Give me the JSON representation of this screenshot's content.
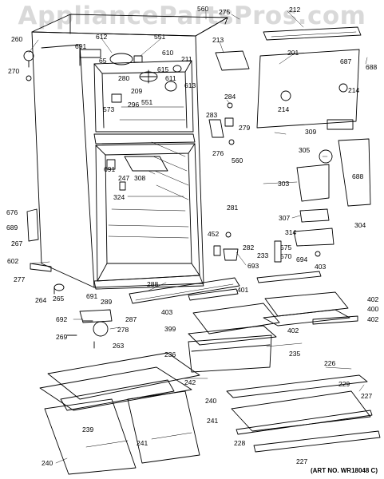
{
  "watermark": "AppliancePartsPros.com",
  "art_number": "(ART NO. WR18048 C)",
  "callouts": [
    {
      "id": "c560a",
      "text": "560"
    },
    {
      "id": "c275",
      "text": "275"
    },
    {
      "id": "c212",
      "text": "212"
    },
    {
      "id": "c260",
      "text": "260"
    },
    {
      "id": "c612",
      "text": "612"
    },
    {
      "id": "c551a",
      "text": "551"
    },
    {
      "id": "c213",
      "text": "213"
    },
    {
      "id": "c691a",
      "text": "691"
    },
    {
      "id": "c65",
      "text": "65"
    },
    {
      "id": "c610",
      "text": "610"
    },
    {
      "id": "c201",
      "text": "201"
    },
    {
      "id": "c688a",
      "text": "688"
    },
    {
      "id": "c270",
      "text": "270"
    },
    {
      "id": "c280",
      "text": "280"
    },
    {
      "id": "c615",
      "text": "615"
    },
    {
      "id": "c211",
      "text": "211"
    },
    {
      "id": "c687",
      "text": "687"
    },
    {
      "id": "c611",
      "text": "611"
    },
    {
      "id": "c209",
      "text": "209"
    },
    {
      "id": "c613",
      "text": "613"
    },
    {
      "id": "c296",
      "text": "296"
    },
    {
      "id": "c573",
      "text": "573"
    },
    {
      "id": "c551b",
      "text": "551"
    },
    {
      "id": "c284",
      "text": "284"
    },
    {
      "id": "c214a",
      "text": "214"
    },
    {
      "id": "c214b",
      "text": "214"
    },
    {
      "id": "c283",
      "text": "283"
    },
    {
      "id": "c279",
      "text": "279"
    },
    {
      "id": "c309",
      "text": "309"
    },
    {
      "id": "c276",
      "text": "276"
    },
    {
      "id": "c305",
      "text": "305"
    },
    {
      "id": "c560b",
      "text": "560"
    },
    {
      "id": "c691b",
      "text": "691"
    },
    {
      "id": "c308",
      "text": "308"
    },
    {
      "id": "c247",
      "text": "247"
    },
    {
      "id": "c688b",
      "text": "688"
    },
    {
      "id": "c303",
      "text": "303"
    },
    {
      "id": "c324",
      "text": "324"
    },
    {
      "id": "c676",
      "text": "676"
    },
    {
      "id": "c281",
      "text": "281"
    },
    {
      "id": "c307",
      "text": "307"
    },
    {
      "id": "c304",
      "text": "304"
    },
    {
      "id": "c689",
      "text": "689"
    },
    {
      "id": "c267",
      "text": "267"
    },
    {
      "id": "c452",
      "text": "452"
    },
    {
      "id": "c314",
      "text": "314"
    },
    {
      "id": "c282",
      "text": "282"
    },
    {
      "id": "c233",
      "text": "233"
    },
    {
      "id": "c575",
      "text": "575"
    },
    {
      "id": "c570",
      "text": "570"
    },
    {
      "id": "c694",
      "text": "694"
    },
    {
      "id": "c602",
      "text": "602"
    },
    {
      "id": "c693",
      "text": "693"
    },
    {
      "id": "c277",
      "text": "277"
    },
    {
      "id": "c403a",
      "text": "403"
    },
    {
      "id": "c288",
      "text": "288"
    },
    {
      "id": "c401",
      "text": "401"
    },
    {
      "id": "c264",
      "text": "264"
    },
    {
      "id": "c265",
      "text": "265"
    },
    {
      "id": "c691c",
      "text": "691"
    },
    {
      "id": "c289",
      "text": "289"
    },
    {
      "id": "c402a",
      "text": "402"
    },
    {
      "id": "c403b",
      "text": "403"
    },
    {
      "id": "c400",
      "text": "400"
    },
    {
      "id": "c692",
      "text": "692"
    },
    {
      "id": "c287",
      "text": "287"
    },
    {
      "id": "c402b",
      "text": "402"
    },
    {
      "id": "c278",
      "text": "278"
    },
    {
      "id": "c399",
      "text": "399"
    },
    {
      "id": "c402c",
      "text": "402"
    },
    {
      "id": "c269",
      "text": "269"
    },
    {
      "id": "c263",
      "text": "263"
    },
    {
      "id": "c236",
      "text": "236"
    },
    {
      "id": "c235",
      "text": "235"
    },
    {
      "id": "c226",
      "text": "226"
    },
    {
      "id": "c242",
      "text": "242"
    },
    {
      "id": "c229",
      "text": "229"
    },
    {
      "id": "c227a",
      "text": "227"
    },
    {
      "id": "c240a",
      "text": "240"
    },
    {
      "id": "c239",
      "text": "239"
    },
    {
      "id": "c241a",
      "text": "241"
    },
    {
      "id": "c241b",
      "text": "241"
    },
    {
      "id": "c228",
      "text": "228"
    },
    {
      "id": "c240b",
      "text": "240"
    },
    {
      "id": "c227b",
      "text": "227"
    }
  ]
}
